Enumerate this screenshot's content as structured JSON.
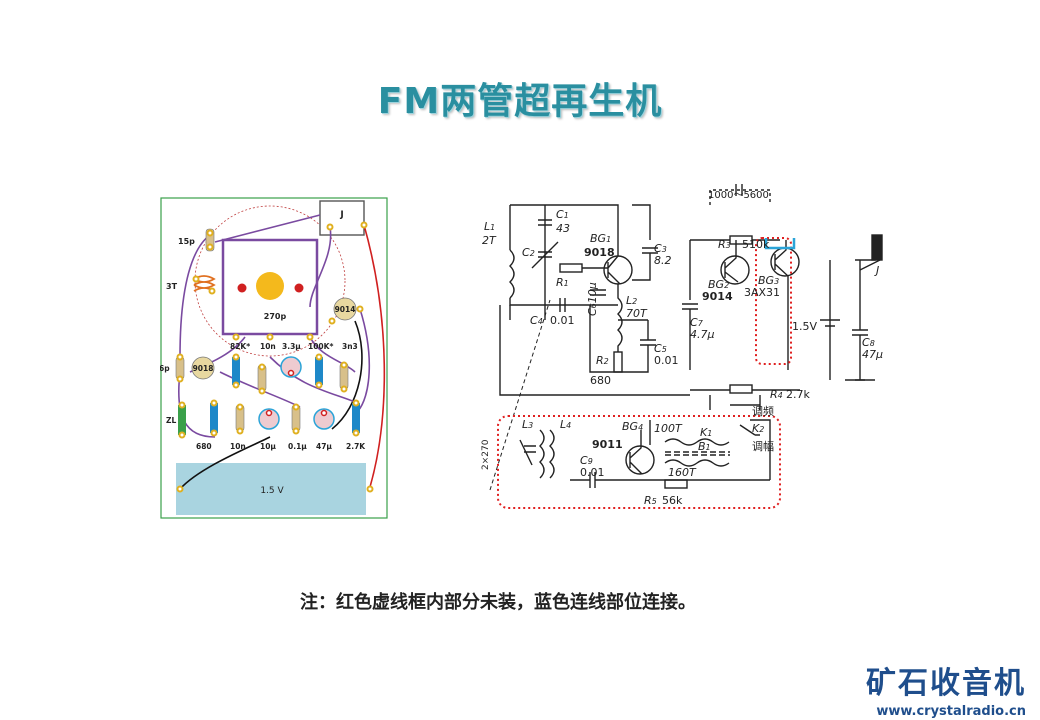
{
  "title": "FM两管超再生机",
  "layout": {
    "jack_label": "J",
    "cap_15p": "15p",
    "coil_3t": "3T",
    "cap_270p": "270p",
    "transistor_9014": "9014",
    "res_82k": "82K*",
    "cap_10n_top": "10n",
    "cap_3_3u": "3.3μ",
    "res_100k": "100K*",
    "cap_3n3": "3n3",
    "cap_6p": "6p",
    "transistor_9018": "9018",
    "zl": "ZL",
    "res_680": "680",
    "cap_10n_bottom": "10n",
    "cap_10u": "10μ",
    "cap_0_1u": "0.1μ",
    "cap_47u": "47μ",
    "res_2_7k": "2.7K",
    "battery": "1.5 V"
  },
  "schematic": {
    "L1": "L",
    "L1_sub": "1",
    "L1_turns": "2T",
    "C1": "C",
    "C1_sub": "1",
    "C1_val": "43",
    "C2": "C",
    "C2_sub": "2",
    "BG1": "BG",
    "BG1_sub": "1",
    "BG1_type": "9018",
    "C3": "C",
    "C3_sub": "3",
    "C3_val": "8.2",
    "R1": "R",
    "R1_sub": "1",
    "C6": "C",
    "C6_sub": "6",
    "C6_val": "10μ",
    "L2": "L",
    "L2_sub": "2",
    "L2_turns": "70T",
    "C4": "C",
    "C4_sub": "4",
    "C4_val": "0.01",
    "R2": "R",
    "R2_sub": "2",
    "R2_val": "680",
    "C5": "C",
    "C5_sub": "5",
    "C5_val": "0.01",
    "range": "1000～5600",
    "R3": "R",
    "R3_sub": "3",
    "R3_val": "510k",
    "BG2": "BG",
    "BG2_sub": "2",
    "BG2_type": "9014",
    "BG3": "BG",
    "BG3_sub": "3",
    "BG3_type": "3AX31",
    "C7": "C",
    "C7_sub": "7",
    "C7_val": "4.7μ",
    "battery": "1.5V",
    "C8": "C",
    "C8_sub": "8",
    "C8_val": "47μ",
    "J": "J",
    "R4": "R",
    "R4_sub": "4",
    "R4_val": "2.7k",
    "fm_label": "调频",
    "K2": "K",
    "K2_sub": "2",
    "am_label": "调幅",
    "K1": "K",
    "K1_sub": "1",
    "L3": "L",
    "L3_sub": "3",
    "L4": "L",
    "L4_sub": "4",
    "BG4": "BG",
    "BG4_sub": "4",
    "BG4_type": "9011",
    "turns_100": "100T",
    "B1": "B",
    "B1_sub": "1",
    "turns_160": "160T",
    "C9": "C",
    "C9_sub": "9",
    "C9_val": "0.01",
    "R5": "R",
    "R5_sub": "5",
    "R5_val": "56k",
    "side_label": "2×270"
  },
  "note": "注：红色虚线框内部分未装，蓝色连线部位连接。",
  "brand": {
    "name": "矿石收音机",
    "url": "www.crystalradio.cn"
  },
  "colors": {
    "title": "#2a8fa0",
    "brand": "#1f4e8c",
    "red_dashed": "#e02020",
    "blue_link": "#2ba4d8",
    "battery_fill": "#a9d4e0"
  }
}
